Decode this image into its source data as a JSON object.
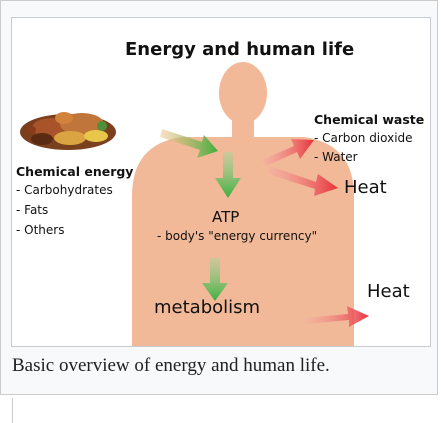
{
  "figure": {
    "title": "Energy and human life",
    "chemical_energy": {
      "heading": "Chemical energy",
      "items": [
        "- Carbohydrates",
        "- Fats",
        "- Others"
      ]
    },
    "chemical_waste": {
      "heading": "Chemical waste",
      "items": [
        "- Carbon dioxide",
        "- Water"
      ]
    },
    "atp_label": "ATP",
    "atp_sub": "- body's \"energy currency\"",
    "heat_upper": "Heat",
    "heat_lower": "Heat",
    "metabolism": "metabolism",
    "colors": {
      "body": "#f2b998",
      "arrow_red": "#e8313a",
      "arrow_green": "#3dae3d"
    }
  },
  "caption": "Basic overview of energy and human life."
}
